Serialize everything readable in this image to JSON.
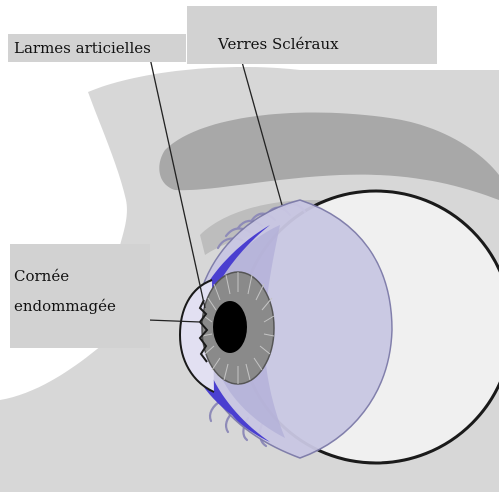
{
  "diagram": {
    "labels": {
      "tears": "Larmes articielles",
      "scleral_lenses": "Verres Scléraux",
      "cornea_line1": "Cornée",
      "cornea_line2": "endommagée"
    },
    "colors": {
      "background": "#ffffff",
      "face_skin": "#d7d7d7",
      "brow_shadow": "#a8a8a8",
      "label_box": "#d2d2d2",
      "sclera": "#f0f0f0",
      "eye_outline": "#1a1a1a",
      "iris_violet": "#c9c7e3",
      "tear_layer": "#4a3fd0",
      "iris_gray": "#8a8a8a",
      "pupil": "#000000",
      "leader_line": "#222222"
    },
    "icons": {
      "eye": "eye-cross-section"
    }
  }
}
